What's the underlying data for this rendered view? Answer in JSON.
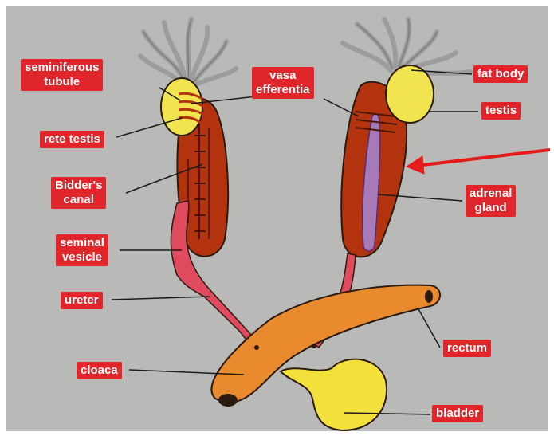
{
  "diagram": {
    "background": "#b9bab8",
    "colors": {
      "label_bg": "#e0262a",
      "label_text": "#ffffff",
      "kidney": "#b3330e",
      "testis": "#f1e44e",
      "fat_body": "#9c9c9c",
      "adrenal": "#a679b8",
      "ureter": "#e04a5e",
      "cloaca": "#ea8a2e",
      "bladder": "#f3e03b",
      "arrow": "#e51b1b"
    },
    "labels": {
      "seminiferous_tubule": [
        "seminiferous",
        "tubule"
      ],
      "vasa_efferentia": [
        "vasa",
        "efferentia"
      ],
      "rete_testis": [
        "rete testis"
      ],
      "bidders_canal": [
        "Bidder's",
        "canal"
      ],
      "seminal_vesicle": [
        "seminal",
        "vesicle"
      ],
      "ureter": [
        "ureter"
      ],
      "cloaca": [
        "cloaca"
      ],
      "fat_body": [
        "fat body"
      ],
      "testis": [
        "testis"
      ],
      "adrenal_gland": [
        "adrenal",
        "gland"
      ],
      "rectum": [
        "rectum"
      ],
      "bladder": [
        "bladder"
      ]
    }
  }
}
